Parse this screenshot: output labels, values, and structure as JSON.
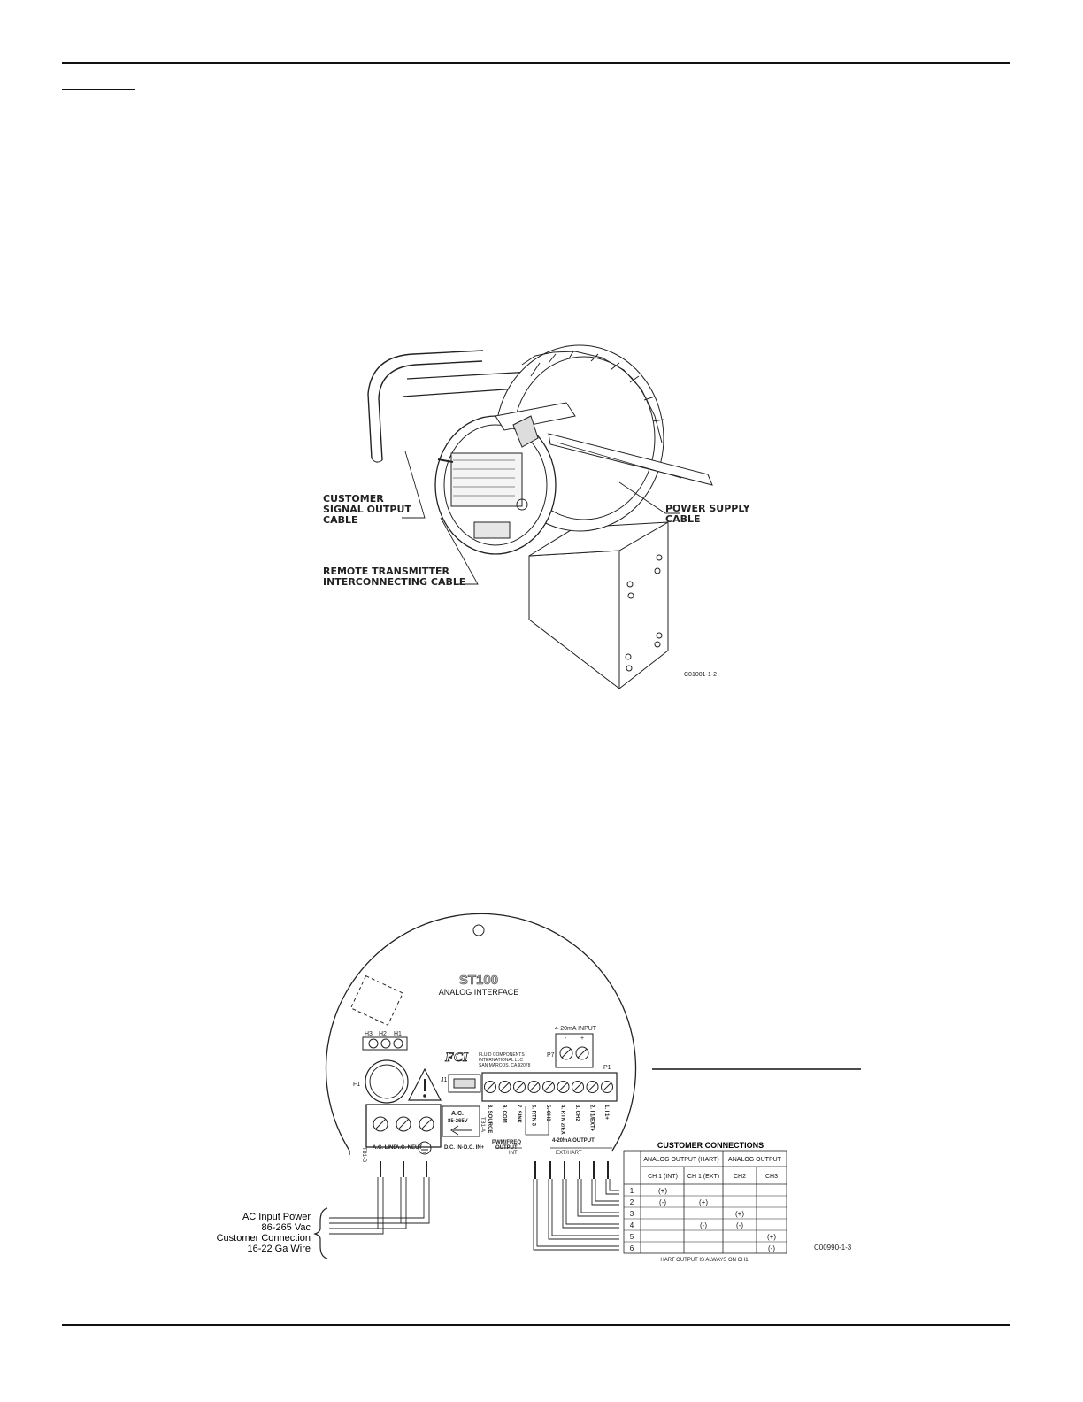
{
  "figure1": {
    "labels": {
      "customer_signal": [
        "CUSTOMER",
        "SIGNAL OUTPUT",
        "CABLE"
      ],
      "power_supply": [
        "POWER SUPPLY",
        "CABLE"
      ],
      "remote_transmitter": [
        "REMOTE TRANSMITTER",
        "INTERCONNECTING CABLE"
      ]
    },
    "drawing_number": "C01001-1-2"
  },
  "figure2": {
    "board": {
      "model": "ST100",
      "subtitle": "ANALOG INTERFACE",
      "heaters": [
        "H3",
        "H2",
        "H1"
      ],
      "fuse": "F1",
      "jumper": "J1",
      "input_block_title": "4-20mA INPUT",
      "input_polarity": [
        "-",
        "+"
      ],
      "p7": "P7",
      "p1": "P1",
      "company": [
        "FLUID COMPONENTS",
        "INTERNATIONAL LLC",
        "SAN MARCOS, CA 92078"
      ],
      "ac_label": [
        "A.C.",
        "85-265V"
      ],
      "tb_b": "TB1-B",
      "tb_a": "TB1-A",
      "power_terminals": [
        "A.C. LINE",
        "A.C. NEUT",
        ""
      ],
      "dc_terminals": [
        "D.C. IN-",
        "D.C. IN+"
      ],
      "signal_terminals": [
        "8. SOURCE",
        "9. COM",
        "7. SINK",
        "6. RTN 3",
        "5. CH3",
        "4. RTN 2/EXT-",
        "3. CH2",
        "2. I 1/EXT+",
        "1. I 1+"
      ],
      "pwm_label": [
        "PWM/FREQ",
        "OUTPUT"
      ],
      "output_label": "4-20mA OUTPUT",
      "int_label": "INT",
      "ext_label": "EXT/HART"
    },
    "power_note": [
      "AC Input Power",
      "86-265 Vac",
      "Customer Connection",
      "16-22 Ga Wire"
    ],
    "connections_table": {
      "title": "CUSTOMER CONNECTIONS",
      "group_headers": [
        "ANALOG OUTPUT (HART)",
        "ANALOG OUTPUT"
      ],
      "columns": [
        "CH 1 (INT)",
        "CH 1 (EXT)",
        "CH2",
        "CH3"
      ],
      "rows": [
        {
          "n": "1",
          "cells": [
            "(+)",
            "",
            "",
            ""
          ]
        },
        {
          "n": "2",
          "cells": [
            "(-)",
            "(+)",
            "",
            ""
          ]
        },
        {
          "n": "3",
          "cells": [
            "",
            "",
            "(+)",
            ""
          ]
        },
        {
          "n": "4",
          "cells": [
            "",
            "(-)",
            "(-)",
            ""
          ]
        },
        {
          "n": "5",
          "cells": [
            "",
            "",
            "",
            "(+)"
          ]
        },
        {
          "n": "6",
          "cells": [
            "",
            "",
            "",
            "(-)"
          ]
        }
      ],
      "note": "HART OUTPUT IS ALWAYS ON CH1"
    },
    "drawing_number": "C00990-1-3"
  }
}
